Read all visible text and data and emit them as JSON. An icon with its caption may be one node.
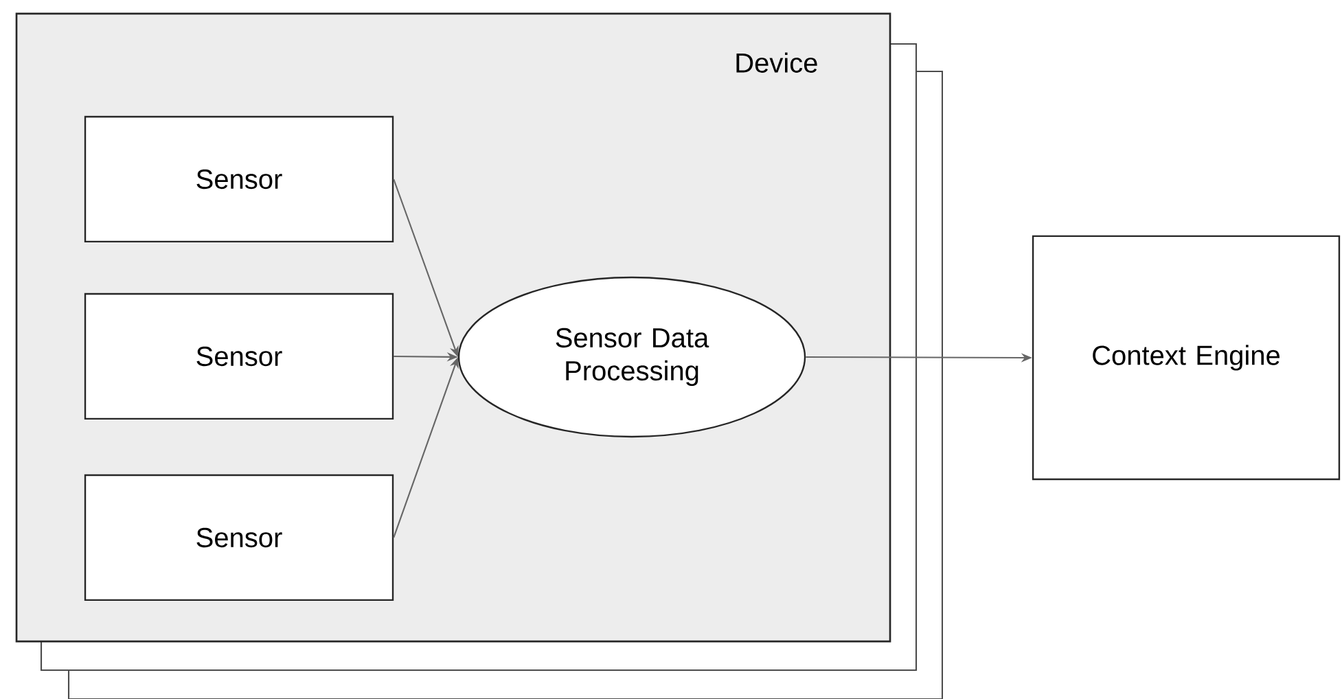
{
  "diagram": {
    "nodes": [
      {
        "text": [
          "Device"
        ]
      },
      {
        "text": [
          "Sensor"
        ],
        "in": 0
      },
      {
        "text": [
          "Sensor"
        ],
        "in": 0
      },
      {
        "text": [
          "Sensor"
        ],
        "in": 0
      },
      {
        "text": [
          "Sensor Data Processing"
        ],
        "in": 0
      },
      {
        "text": [
          "Context Engine"
        ]
      }
    ],
    "edges": [
      {
        "from": 1,
        "to": 4,
        "arrow": "to"
      },
      {
        "from": 2,
        "to": 4,
        "arrow": "to"
      },
      {
        "from": 3,
        "to": 4,
        "arrow": "to"
      },
      {
        "from": 4,
        "to": 5,
        "arrow": "to"
      }
    ]
  }
}
